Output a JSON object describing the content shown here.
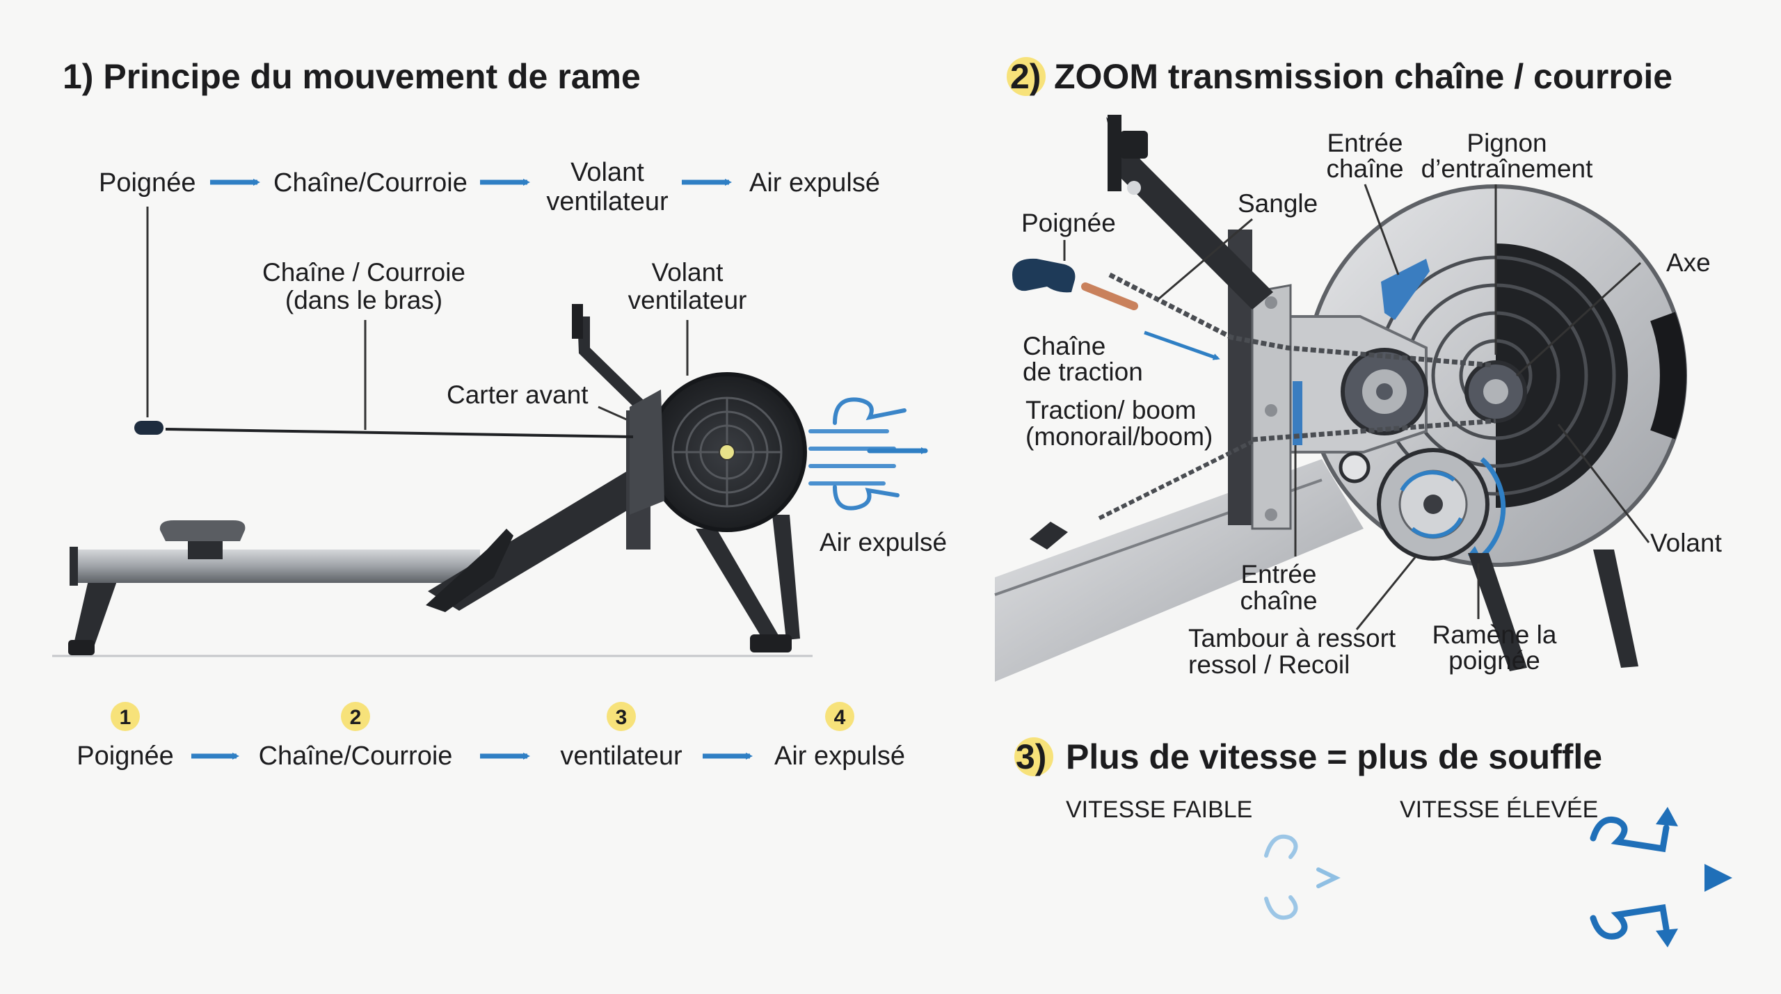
{
  "panel1": {
    "title": "1) Principe du mouvement de rame",
    "flow_top": [
      "Poignée",
      "Chaîne/Courroie",
      "Volant",
      "ventilateur",
      "Air expulsé"
    ],
    "labels": {
      "chain_line1": "Chaîne / Courroie",
      "chain_line2": "(dans le bras)",
      "flywheel_line1": "Volant",
      "flywheel_line2": "ventilateur",
      "front_housing": "Carter avant",
      "air_out": "Air expulsé"
    },
    "steps": [
      {
        "num": "1",
        "label": "Poignée"
      },
      {
        "num": "2",
        "label": "Chaîne/Courroie"
      },
      {
        "num": "3",
        "label": "ventilateur"
      },
      {
        "num": "4",
        "label": "Air expulsé"
      }
    ]
  },
  "panel2": {
    "num": "2)",
    "title": "ZOOM transmission chaîne / courroie",
    "labels": {
      "handle": "Poignée",
      "strap": "Sangle",
      "chain_entry_top_1": "Entrée",
      "chain_entry_top_2": "chaîne",
      "drive_sprocket_1": "Pignon",
      "drive_sprocket_2": "d’entraînement",
      "axle": "Axe",
      "pull_chain_1": "Chaîne",
      "pull_chain_2": "de traction",
      "rail_1": "Traction/ boom",
      "rail_2": "(monorail/boom)",
      "chain_entry_bottom_1": "Entrée",
      "chain_entry_bottom_2": "chaîne",
      "spring_drum_1": "Tambour à ressort",
      "spring_drum_2": "ressol / Recoil",
      "return_handle_1": "Ramène la",
      "return_handle_2": "poignée",
      "flywheel": "Volant"
    }
  },
  "panel3": {
    "num": "3)",
    "title": "Plus de vitesse = plus de souffle",
    "low_speed": "VITESSE FAIBLE",
    "high_speed": "VITESSE ÉLEVÉE"
  },
  "colors": {
    "accent_blue": "#2f7fc4",
    "badge_yellow": "#f7e27a",
    "machine_dark": "#2b2d31",
    "rail_grey": "#b9bcc0"
  }
}
